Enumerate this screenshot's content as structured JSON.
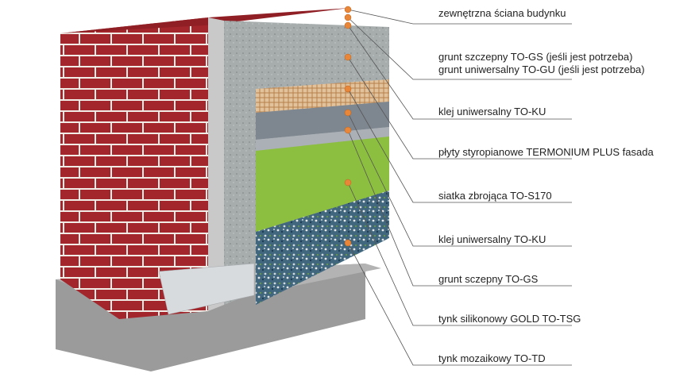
{
  "labels": [
    {
      "id": "l1",
      "lines": [
        "zewnętrzna ściana budynku"
      ]
    },
    {
      "id": "l2",
      "lines": [
        "grunt szczepny TO-GS (jeśli jest potrzeba)",
        "grunt uniwersalny TO-GU (jeśli jest potrzeba)"
      ]
    },
    {
      "id": "l3",
      "lines": [
        "klej uniwersalny TO-KU"
      ]
    },
    {
      "id": "l4",
      "lines": [
        "płyty styropianowe TERMONIUM PLUS fasada"
      ]
    },
    {
      "id": "l5",
      "lines": [
        "siatka zbrojąca TO-S170"
      ]
    },
    {
      "id": "l6",
      "lines": [
        "klej uniwersalny TO-KU"
      ]
    },
    {
      "id": "l7",
      "lines": [
        "grunt sczepny TO-GS"
      ]
    },
    {
      "id": "l8",
      "lines": [
        "tynk silikonowy GOLD TO-TSG"
      ]
    },
    {
      "id": "l9",
      "lines": [
        "tynk mozaikowy TO-TD"
      ]
    }
  ],
  "colors": {
    "brick": "#a3262c",
    "mortar": "#f1ece6",
    "concrete": "#9a9a9a",
    "adhesive": "#9fa6a6",
    "mesh": "#d9b48a",
    "primer": "#7f8790",
    "green_render": "#8cbf3f",
    "mosaic": "#3a5f7a",
    "marker": "#e8873a"
  }
}
